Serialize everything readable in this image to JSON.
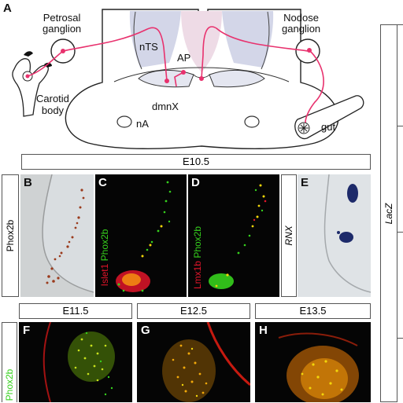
{
  "panel_a": {
    "letter": "A",
    "labels": {
      "petrosal": [
        "Petrosal",
        "ganglion"
      ],
      "nodose": [
        "Nodose",
        "ganglion"
      ],
      "carotid": [
        "Carotid",
        "body"
      ],
      "nts": "nTS",
      "ap": "AP",
      "dmnx": "dmnX",
      "na": "nA",
      "gut": "gut"
    }
  },
  "stage_e105": "E10.5",
  "stage_e115": "E11.5",
  "stage_e125": "E12.5",
  "stage_e135": "E13.5",
  "row_label_phox2b": "Phox2b",
  "right_label": "LacZ",
  "panels": {
    "b": "B",
    "c": "C",
    "d": "D",
    "e": "E",
    "f": "F",
    "g": "G",
    "h": "H"
  },
  "stain_c": {
    "red": "Islet1",
    "green": "Phox2b"
  },
  "stain_d": {
    "red": "Lmx1b",
    "green": "Phox2b"
  },
  "stain_e": "RNX",
  "stain_f_green": "Phox2b",
  "colors": {
    "pink_line": "#e8326e",
    "nucleus_fill": "#cfd3e6",
    "red_stain": "#e2152a",
    "green_stain": "#36d11d",
    "yellow_stain": "#f2d60a"
  }
}
